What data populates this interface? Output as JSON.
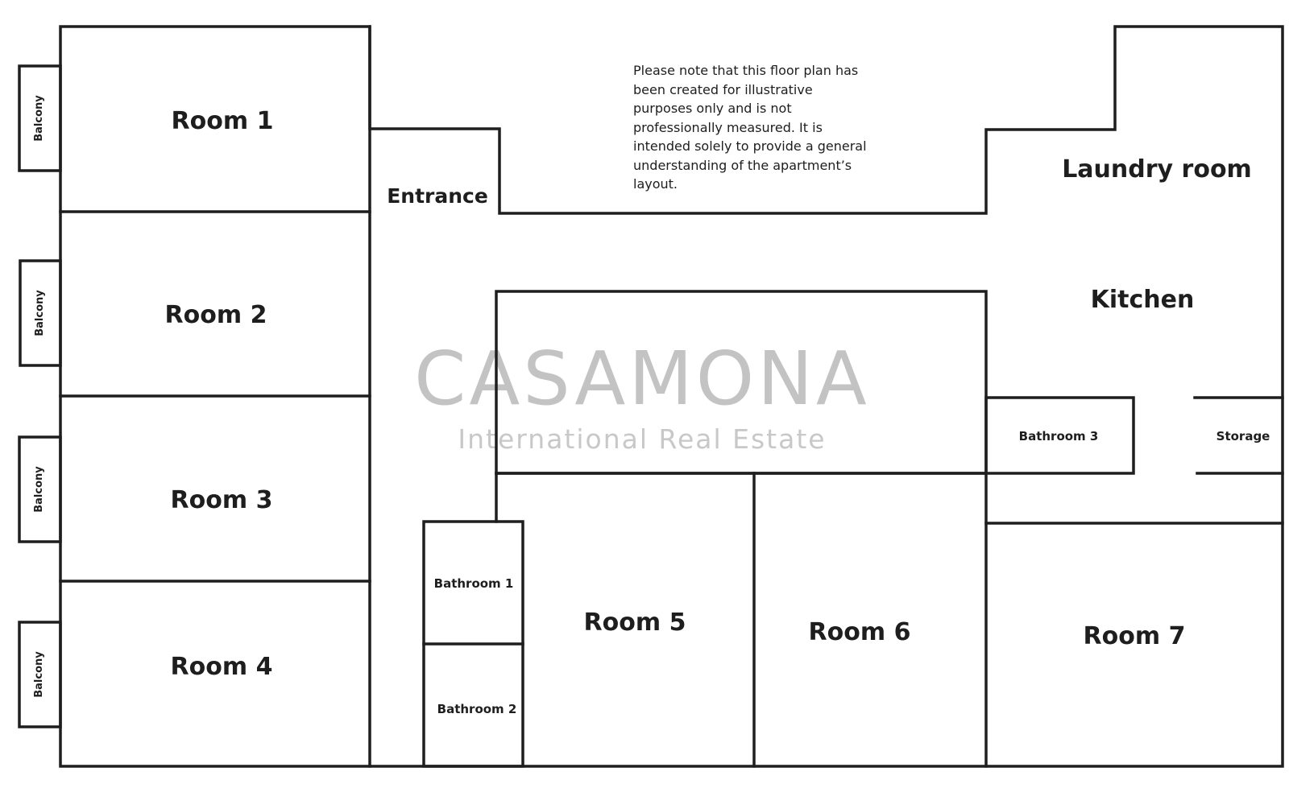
{
  "note": "Please note that this floor plan has been created for illustrative purposes only and is not professionally measured. It is intended solely to provide a general understanding of the apartment’s layout.",
  "watermark": {
    "brand": "CASAMONA",
    "tagline": "International Real Estate"
  },
  "rooms": {
    "room1": "Room 1",
    "room2": "Room 2",
    "room3": "Room 3",
    "room4": "Room 4",
    "room5": "Room 5",
    "room6": "Room 6",
    "room7": "Room 7",
    "entrance": "Entrance",
    "laundry": "Laundry room",
    "kitchen": "Kitchen",
    "bathroom1": "Bathroom 1",
    "bathroom2": "Bathroom 2",
    "bathroom3": "Bathroom 3",
    "storage": "Storage"
  },
  "balconies": [
    "Balcony",
    "Balcony",
    "Balcony",
    "Balcony"
  ],
  "colors": {
    "wall": "#1e1e1e",
    "watermark": "#c3c3c3",
    "background": "#ffffff"
  }
}
